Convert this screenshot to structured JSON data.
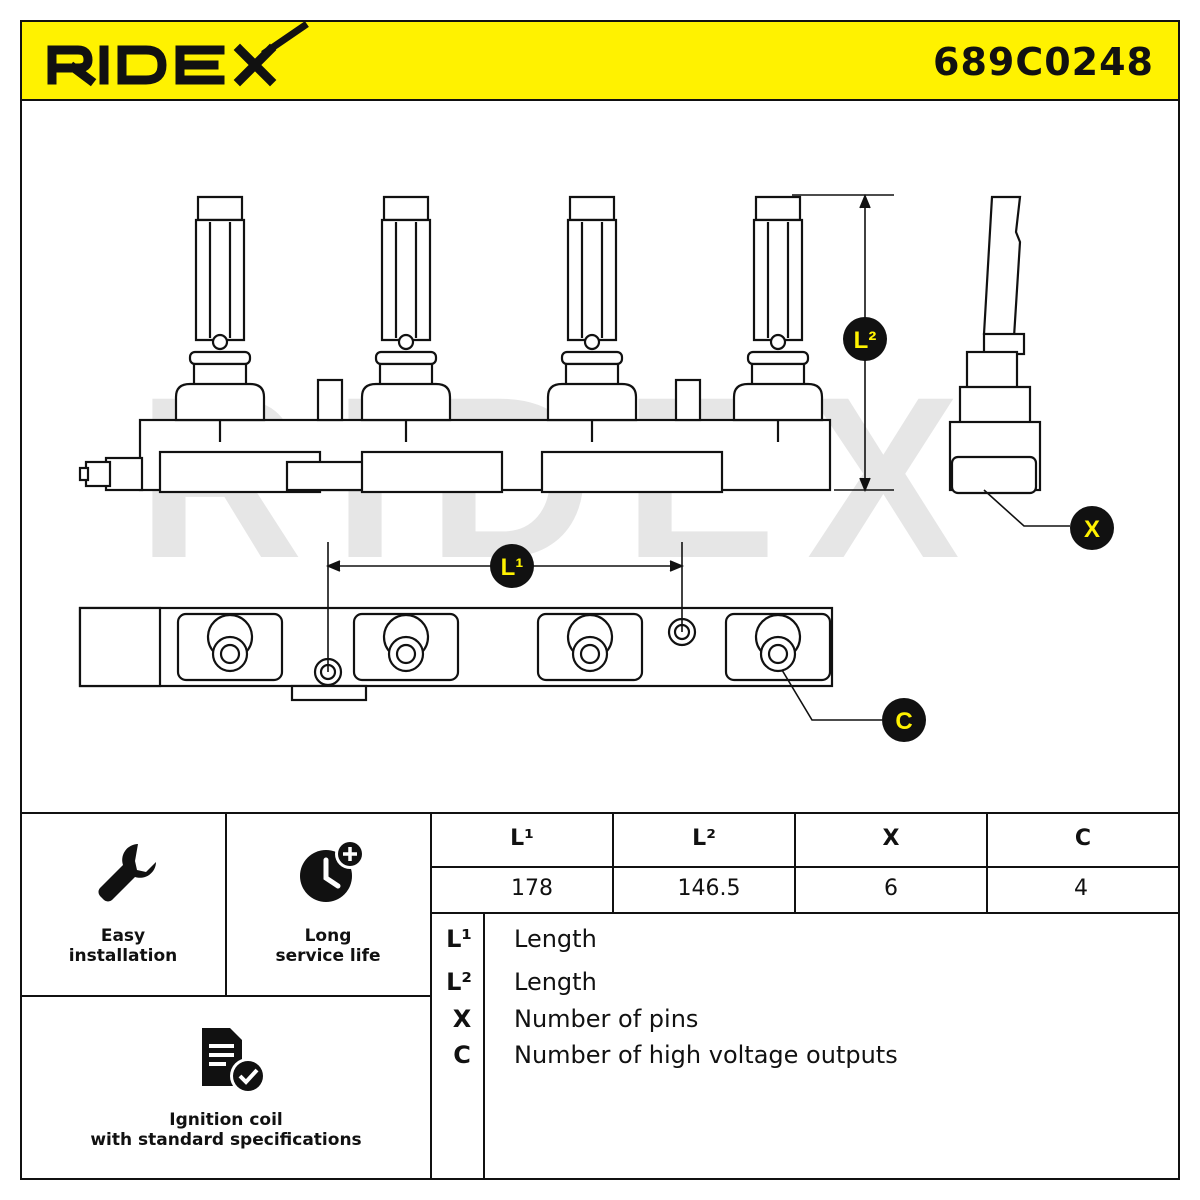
{
  "header": {
    "brand": "RIDEX",
    "part_number": "689C0248"
  },
  "drawing": {
    "watermark": "RIDEX",
    "callouts": {
      "l1": "L¹",
      "l2": "L²",
      "x": "X",
      "c": "C"
    }
  },
  "features": [
    {
      "icon": "wrench-icon",
      "label_line1": "Easy",
      "label_line2": "installation"
    },
    {
      "icon": "clock-plus-icon",
      "label_line1": "Long",
      "label_line2": "service life"
    },
    {
      "icon": "document-check-icon",
      "label_line1": "Ignition coil",
      "label_line2": "with standard specifications"
    }
  ],
  "spec_table": {
    "headers": [
      "L¹",
      "L²",
      "X",
      "C"
    ],
    "values": [
      "178",
      "146.5",
      "6",
      "4"
    ]
  },
  "legend": [
    {
      "key": "L¹",
      "description": "Length"
    },
    {
      "key": "L²",
      "description": "Length"
    },
    {
      "key": "X",
      "description": "Number of pins"
    },
    {
      "key": "C",
      "description": "Number of high voltage outputs"
    }
  ],
  "colors": {
    "header_bg": "#fff200",
    "callout_fill": "#111111",
    "callout_text": "#fff200",
    "watermark": "#e6e6e6"
  }
}
